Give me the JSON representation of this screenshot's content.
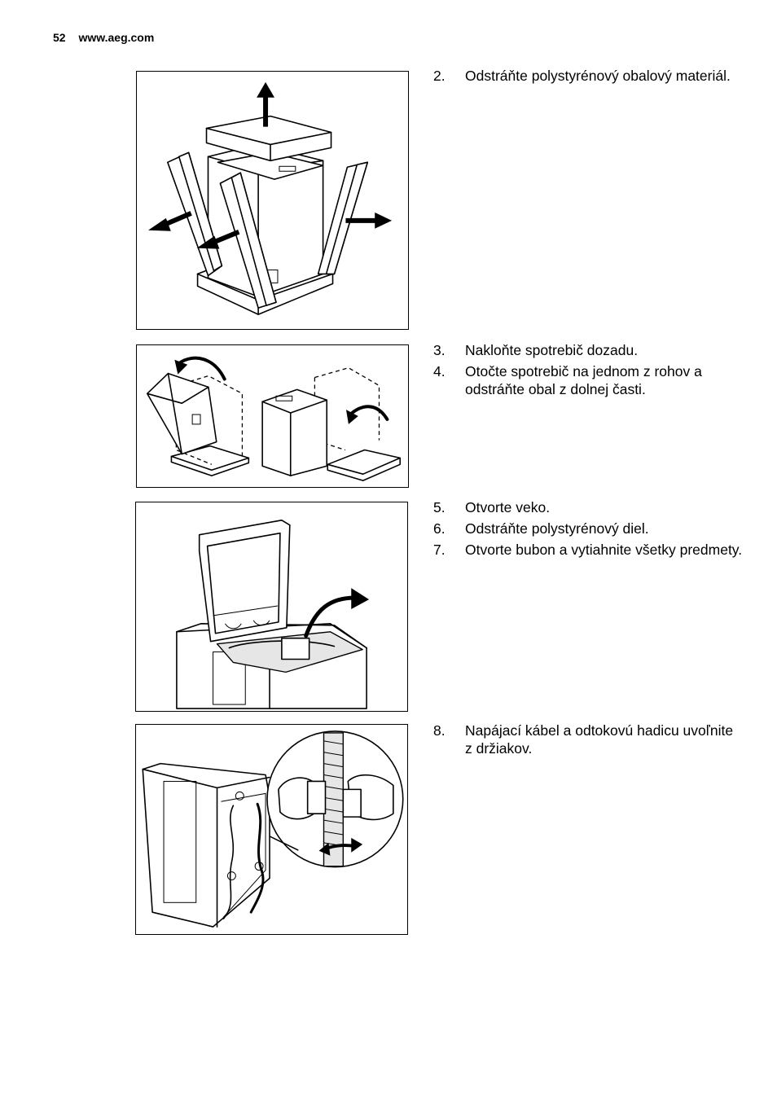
{
  "header": {
    "page_number": "52",
    "website": "www.aeg.com"
  },
  "sections": [
    {
      "steps": [
        {
          "number": "2.",
          "text": "Odstráňte polystyrénový obalový materiál."
        }
      ]
    },
    {
      "steps": [
        {
          "number": "3.",
          "text": "Nakloňte spotrebič dozadu."
        },
        {
          "number": "4.",
          "text": "Otočte spotrebič na jednom z rohov a odstráňte obal z dolnej časti."
        }
      ]
    },
    {
      "steps": [
        {
          "number": "5.",
          "text": "Otvorte veko."
        },
        {
          "number": "6.",
          "text": "Odstráňte polystyrénový diel."
        },
        {
          "number": "7.",
          "text": "Otvorte bubon a vytiahnite všetky predmety."
        }
      ]
    },
    {
      "steps": [
        {
          "number": "8.",
          "text": "Napájací kábel a odtokovú hadicu uvoľnite z držiakov."
        }
      ]
    }
  ],
  "icons": [
    "arrow-up-icon",
    "arrow-left-icon",
    "arrow-right-icon",
    "curved-arrow-icon",
    "double-arrow-icon"
  ]
}
